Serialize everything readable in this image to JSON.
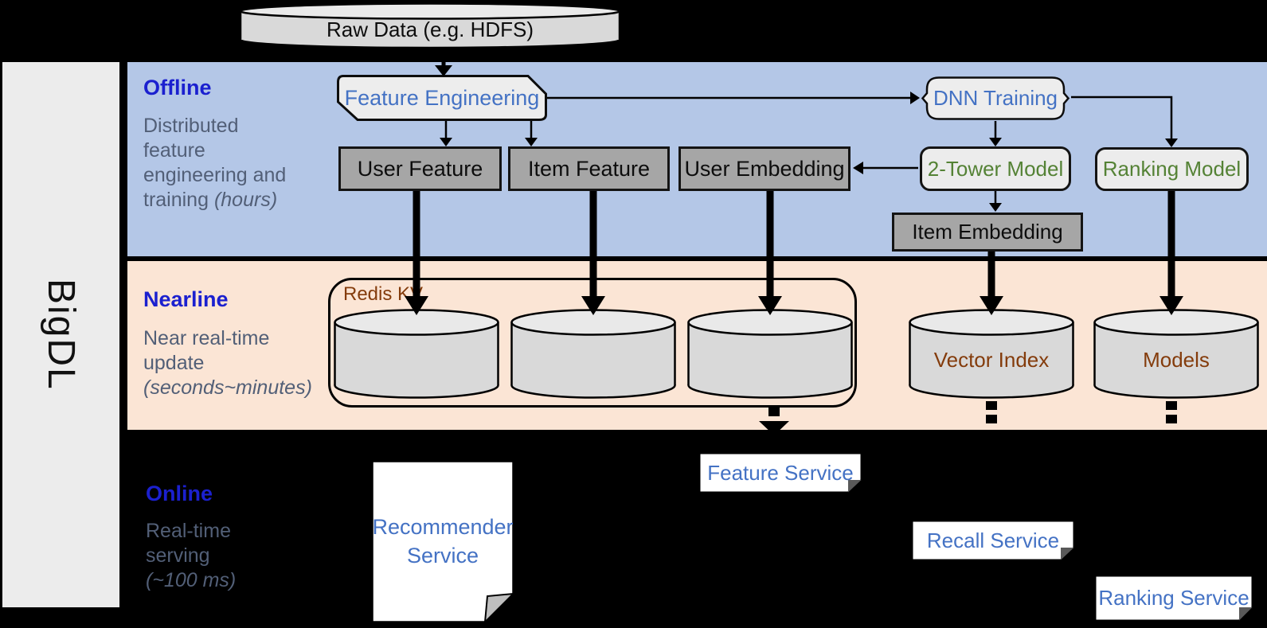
{
  "brand": {
    "label": "BigDL"
  },
  "raw_data": {
    "label": "Raw Data (e.g. HDFS)"
  },
  "sections": {
    "offline": {
      "title": "Offline",
      "line1": "Distributed",
      "line2": "feature",
      "line3": "engineering and",
      "line4_plain": "training ",
      "line4_em": "(hours)"
    },
    "nearline": {
      "title": "Nearline",
      "line1": "Near real-time",
      "line2": "update",
      "line_em": "(seconds~minutes)"
    },
    "online": {
      "title": "Online",
      "line1": "Real-time",
      "line2": "serving",
      "line_em": "(~100 ms)"
    }
  },
  "nodes": {
    "feature_engineering": "Feature Engineering",
    "dnn_training": "DNN Training",
    "user_feature": "User Feature",
    "item_feature": "Item Feature",
    "user_embedding": "User Embedding",
    "two_tower_model": "2-Tower Model",
    "ranking_model": "Ranking Model",
    "item_embedding": "Item Embedding",
    "redis_kv": "Redis KV",
    "vector_index": "Vector Index",
    "models": "Models",
    "recommender_service": "Recommender Service",
    "feature_service": "Feature Service",
    "recall_service": "Recall Service",
    "ranking_service": "Ranking Service"
  },
  "colors": {
    "background": "#000000",
    "offline_band": "#b4c7e7",
    "nearline_band": "#fbe5d5",
    "sidebar_bg": "#ececec",
    "section_title_blue": "#1b20cf",
    "subtitle_gray": "#525f77",
    "shape_text_blue": "#4472c4",
    "model_text_green": "#548235",
    "storage_text_brown": "#843c0c",
    "gray_box_fill": "#a6a6a6",
    "light_shape_fill": "#ededed",
    "cylinder_fill": "#d9d9d9"
  }
}
